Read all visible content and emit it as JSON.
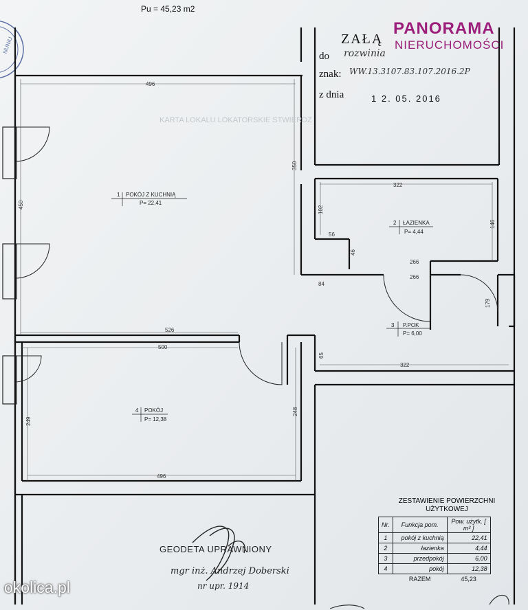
{
  "header": {
    "total_area": "Pu = 45,23 m2",
    "attachment": "ZAŁĄ",
    "to_label": "do",
    "to_value": "rozwinia",
    "sign_label": "znak:",
    "sign_value": "WW.13.3107.83.107.2016.2P",
    "date_label": "z dnia",
    "date_value": "1 2. 05. 2016",
    "stamp_text": "KARTA LOKALU LOKATORSKIE STWIERDZ"
  },
  "logo": {
    "line1": "PANORAMA",
    "line2": "NIERUCHOMOŚCI"
  },
  "rooms": [
    {
      "num": "1",
      "name": "POKÓJ Z KUCHNIĄ",
      "area": "P= 22,41"
    },
    {
      "num": "2",
      "name": "ŁAZIENKA",
      "area": "P= 4,44"
    },
    {
      "num": "3",
      "name": "P.POK",
      "area": "P= 6,00"
    },
    {
      "num": "4",
      "name": "POKÓJ",
      "area": "P= 12,38"
    }
  ],
  "dimensions": [
    "496",
    "350",
    "450",
    "322",
    "102",
    "56",
    "46",
    "146",
    "84",
    "266",
    "266",
    "179",
    "526",
    "500",
    "65",
    "322",
    "249",
    "248",
    "496"
  ],
  "summary": {
    "title": "ZESTAWIENIE POWIERZCHNI UŻYTKOWEJ",
    "col_nr": "Nr.",
    "col_func": "Funkcja pom.",
    "col_area": "Pow. użytk. [ m² ]",
    "rows": [
      {
        "nr": "1",
        "func": "pokój z kuchnią",
        "area": "22,41"
      },
      {
        "nr": "2",
        "func": "łazienka",
        "area": "4,44"
      },
      {
        "nr": "3",
        "func": "przedpokój",
        "area": "6,00"
      },
      {
        "nr": "4",
        "func": "pokój",
        "area": "12,38"
      }
    ],
    "total_label": "RAZEM",
    "total_value": "45,23"
  },
  "signature": {
    "role": "GEODETA UPRAWNIONY",
    "name": "mgr inż. Andrzej Doberski",
    "license": "nr upr. 1914"
  },
  "watermark": "okolica.pl",
  "stamp_ring_text": "NUNIU"
}
